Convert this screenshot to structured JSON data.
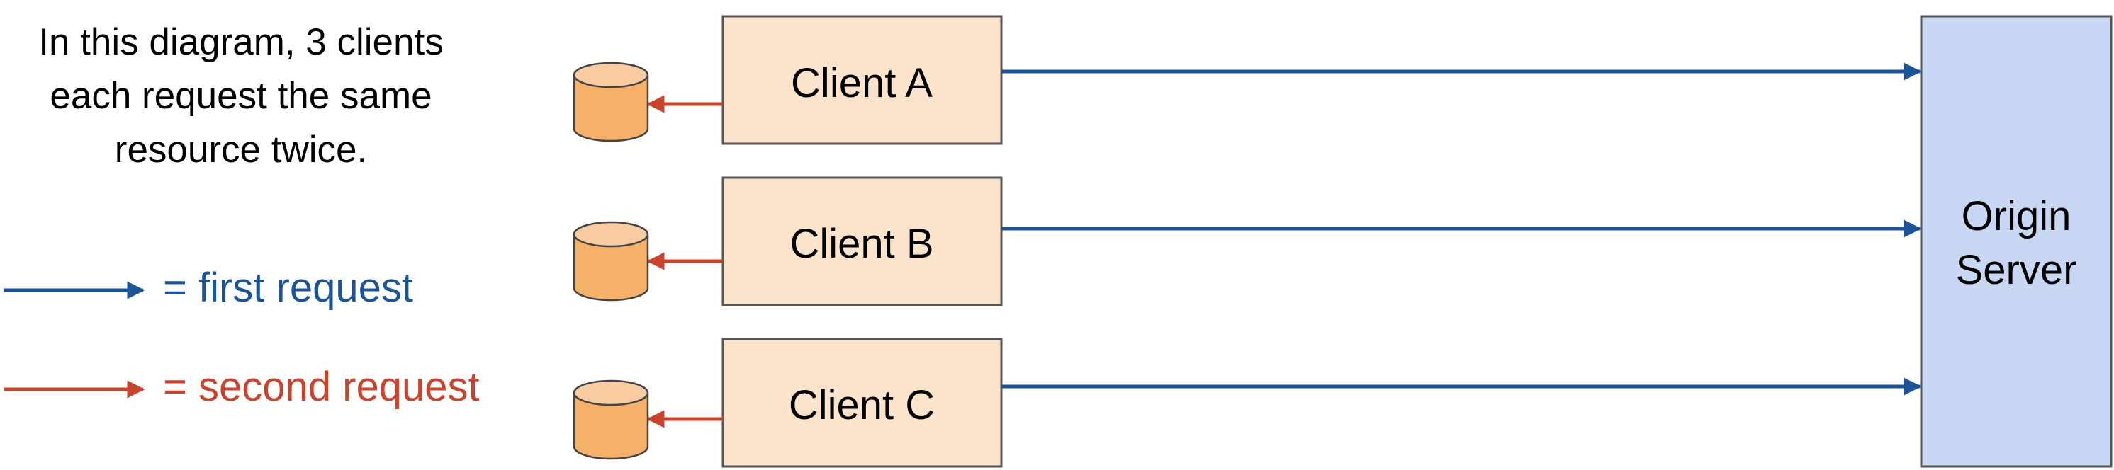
{
  "description": "In this diagram, 3 clients each request the same resource twice.",
  "legend": {
    "first": "= first request",
    "second": "= second request"
  },
  "clients": [
    {
      "label": "Client A"
    },
    {
      "label": "Client B"
    },
    {
      "label": "Client C"
    }
  ],
  "server": {
    "line1": "Origin",
    "line2": "Server"
  },
  "colors": {
    "first_request": "#1c5597",
    "second_request": "#c9442c",
    "client_fill": "#fbe4cb",
    "server_fill": "#c8d8f4",
    "cache_fill": "#f5b06a",
    "cache_top": "#f9cba0"
  }
}
